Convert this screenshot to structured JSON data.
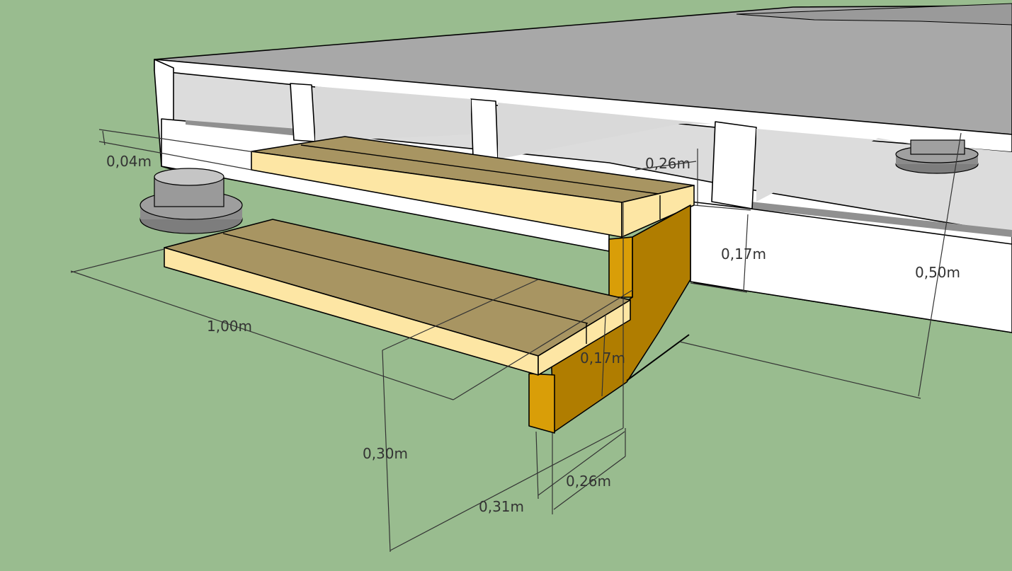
{
  "colors": {
    "ground": "#99bc8f",
    "deck_top": "#a8a8a8",
    "frame": "#ffffff",
    "frame_shadow": "#d9d9d9",
    "board_top": "#a89562",
    "board_edge": "#fde6a4",
    "stringer_front": "#d99e08",
    "stringer_side": "#b07d00",
    "pad": "#8c8c8c",
    "dimension": "#333333"
  },
  "dimensions": {
    "board_thickness": "0,04m",
    "tread_depth_top": "0,26m",
    "step_rise_upper": "0,17m",
    "deck_height": "0,50m",
    "stair_width": "1,00m",
    "step_rise_lower": "0,17m",
    "stringer_height": "0,30m",
    "tread_depth_bottom": "0,26m",
    "stringer_depth": "0,31m"
  }
}
